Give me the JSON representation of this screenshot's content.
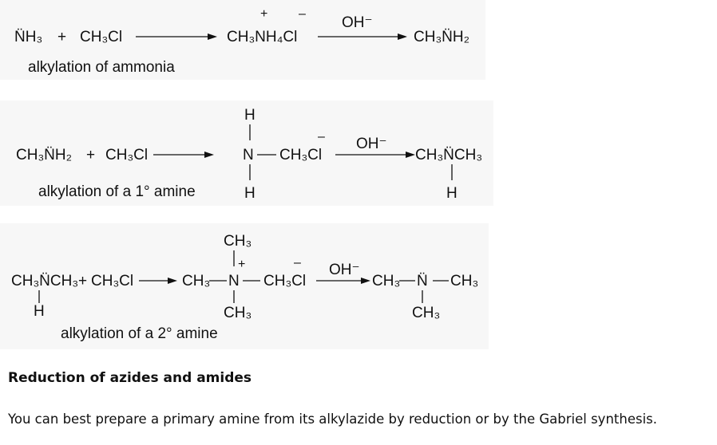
{
  "eq1": {
    "reactant_nh3": "N̈H₃",
    "plus": "+",
    "ch3cl": "CH₃Cl",
    "product_ion_pos": "+",
    "product_ion_neg": "–",
    "intermediate": "CH₃NH₄Cl",
    "base": "OH⁻",
    "product": "CH₃N̈H₂",
    "caption": "alkylation of ammonia"
  },
  "eq2": {
    "reactant": "CH₃N̈H₂",
    "plus": "+",
    "ch3cl": "CH₃Cl",
    "h_top": "H",
    "n_center": "N",
    "ch3cl_center": "CH₃Cl",
    "neg": "–",
    "h_bottom": "H",
    "base": "OH⁻",
    "product": "CH₃N̈CH₃",
    "product_h": "H",
    "caption": "alkylation of a 1° amine"
  },
  "eq3": {
    "reactant": "CH₃N̈CH₃",
    "reactant_h": "H",
    "plus": "+",
    "ch3cl": "CH₃Cl",
    "ch3_left": "CH₃",
    "n_center": "N",
    "ch3cl_center": "CH₃Cl",
    "ch3_top": "CH₃",
    "ch3_bottom": "CH₃",
    "pos": "+",
    "neg": "–",
    "base": "OH⁻",
    "product_ch3_left": "CH₃",
    "product_n": "N̈",
    "product_ch3_right": "CH₃",
    "product_ch3_bottom": "CH₃",
    "caption": "alkylation of a 2° amine"
  },
  "section": {
    "heading": "Reduction of azides and amides",
    "paragraph": "You can best prepare a primary amine from its alkylazide by reduction or by the Gabriel synthesis."
  }
}
